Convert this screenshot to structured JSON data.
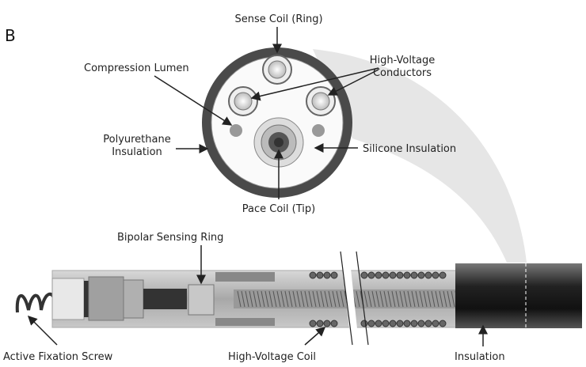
{
  "panel_letter": "B",
  "cross_section_labels": {
    "sense_coil": "Sense Coil (Ring)",
    "hv_conductors_1": "High-Voltage",
    "hv_conductors_2": "Conductors",
    "compression_lumen": "Compression Lumen",
    "polyurethane_1": "Polyurethane",
    "polyurethane_2": "Insulation",
    "silicone": "Silicone Insulation",
    "pace_coil": "Pace Coil (Tip)"
  },
  "lead_labels": {
    "bipolar_ring": "Bipolar Sensing Ring",
    "fixation_screw": "Active Fixation Screw",
    "hv_coil": "High-Voltage Coil",
    "insulation": "Insulation"
  }
}
